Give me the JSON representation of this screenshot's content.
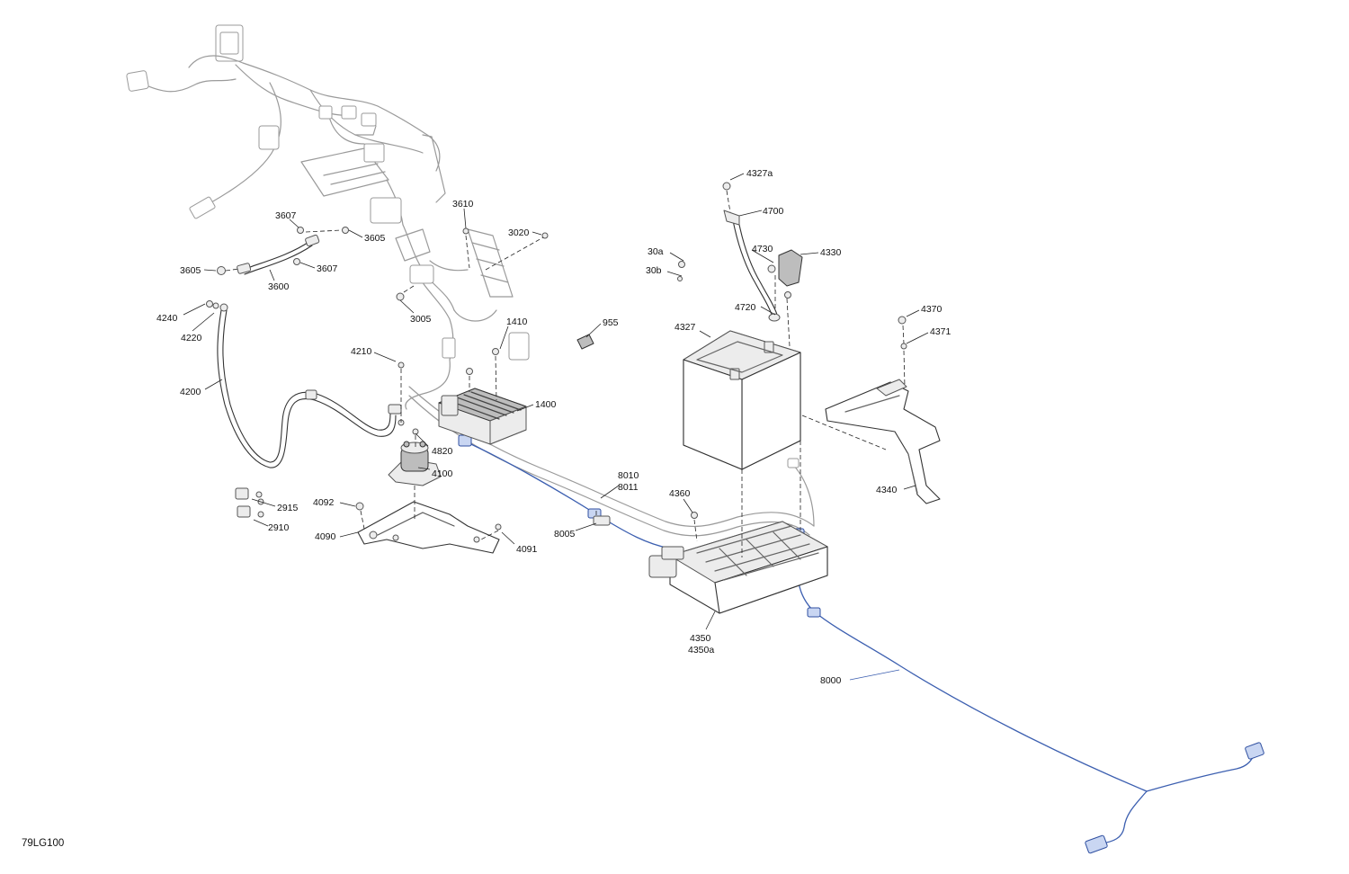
{
  "diagram_code": "79LG100",
  "callouts": [
    {
      "id": "c-4327a",
      "text": "4327a"
    },
    {
      "id": "c-4700",
      "text": "4700"
    },
    {
      "id": "c-4730",
      "text": "4730"
    },
    {
      "id": "c-4330",
      "text": "4330"
    },
    {
      "id": "c-30a",
      "text": "30a"
    },
    {
      "id": "c-30b",
      "text": "30b"
    },
    {
      "id": "c-4720",
      "text": "4720"
    },
    {
      "id": "c-4327",
      "text": "4327"
    },
    {
      "id": "c-4370",
      "text": "4370"
    },
    {
      "id": "c-4371",
      "text": "4371"
    },
    {
      "id": "c-4340",
      "text": "4340"
    },
    {
      "id": "c-955",
      "text": "955"
    },
    {
      "id": "c-3610",
      "text": "3610"
    },
    {
      "id": "c-3020",
      "text": "3020"
    },
    {
      "id": "c-3607a",
      "text": "3607"
    },
    {
      "id": "c-3605a",
      "text": "3605"
    },
    {
      "id": "c-3607b",
      "text": "3607"
    },
    {
      "id": "c-3605b",
      "text": "3605"
    },
    {
      "id": "c-3600",
      "text": "3600"
    },
    {
      "id": "c-3005",
      "text": "3005"
    },
    {
      "id": "c-4240",
      "text": "4240"
    },
    {
      "id": "c-4220",
      "text": "4220"
    },
    {
      "id": "c-1410",
      "text": "1410"
    },
    {
      "id": "c-4210",
      "text": "4210"
    },
    {
      "id": "c-4200",
      "text": "4200"
    },
    {
      "id": "c-1400",
      "text": "1400"
    },
    {
      "id": "c-4820",
      "text": "4820"
    },
    {
      "id": "c-4100",
      "text": "4100"
    },
    {
      "id": "c-8010",
      "text": "8010"
    },
    {
      "id": "c-8011",
      "text": "8011"
    },
    {
      "id": "c-4360",
      "text": "4360"
    },
    {
      "id": "c-2915",
      "text": "2915"
    },
    {
      "id": "c-4092",
      "text": "4092"
    },
    {
      "id": "c-2910",
      "text": "2910"
    },
    {
      "id": "c-8005",
      "text": "8005"
    },
    {
      "id": "c-4090",
      "text": "4090"
    },
    {
      "id": "c-4091",
      "text": "4091"
    },
    {
      "id": "c-4350",
      "text": "4350"
    },
    {
      "id": "c-4350a",
      "text": "4350a"
    },
    {
      "id": "c-8000",
      "text": "8000"
    }
  ]
}
